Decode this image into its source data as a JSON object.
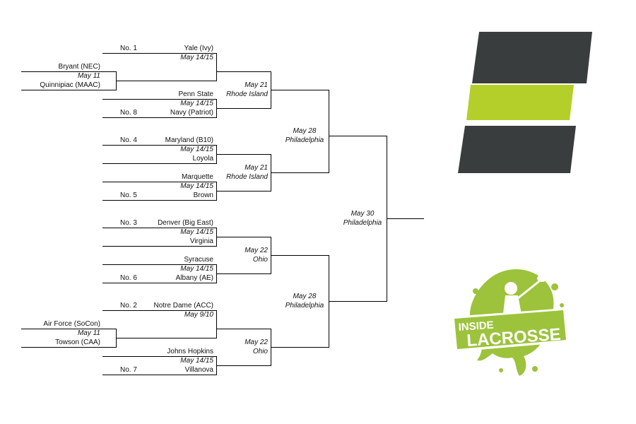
{
  "bracket": {
    "seeds": [
      "No. 1",
      "No. 8",
      "No. 4",
      "No. 5",
      "No. 3",
      "No. 6",
      "No. 2",
      "No. 7"
    ],
    "first_round": [
      {
        "top": "Yale (Ivy)",
        "date": "May 14/15",
        "bottom": ""
      },
      {
        "top": "Penn State",
        "date": "May 14/15",
        "bottom": "Navy (Patriot)"
      },
      {
        "top": "Maryland (B10)",
        "date": "May 14/15",
        "bottom": "Loyola"
      },
      {
        "top": "Marquette",
        "date": "May 14/15",
        "bottom": "Brown"
      },
      {
        "top": "Denver (Big East)",
        "date": "May 14/15",
        "bottom": "Virginia"
      },
      {
        "top": "Syracuse",
        "date": "May 14/15",
        "bottom": "Albany (AE)"
      },
      {
        "top": "Notre Dame (ACC)",
        "date": "May 9/10",
        "bottom": ""
      },
      {
        "top": "Johns Hopkins",
        "date": "May 14/15",
        "bottom": "Villanova"
      }
    ],
    "play_in": [
      {
        "top": "Bryant (NEC)",
        "date": "May 11",
        "bottom": "Quinnipiac (MAAC)"
      },
      {
        "top": "Air Force (SoCon)",
        "date": "May 11",
        "bottom": "Towson (CAA)"
      }
    ],
    "quarterfinals": [
      {
        "date": "May 21",
        "site": "Rhode Island"
      },
      {
        "date": "May 21",
        "site": "Rhode Island"
      },
      {
        "date": "May 22",
        "site": "Ohio"
      },
      {
        "date": "May 22",
        "site": "Ohio"
      }
    ],
    "semifinals": [
      {
        "date": "May 28",
        "site": "Philadelphia"
      },
      {
        "date": "May 28",
        "site": "Philadelphia"
      }
    ],
    "final": {
      "date": "May 30",
      "site": "Philadelphia"
    }
  },
  "logos": {
    "e_logo": {
      "dark_color": "#3a3d3d",
      "accent_color": "#b5cf2a"
    },
    "inside_lacrosse": {
      "color": "#9cc33b",
      "word_top": "INSIDE",
      "word_main": "LACROSSE"
    }
  }
}
